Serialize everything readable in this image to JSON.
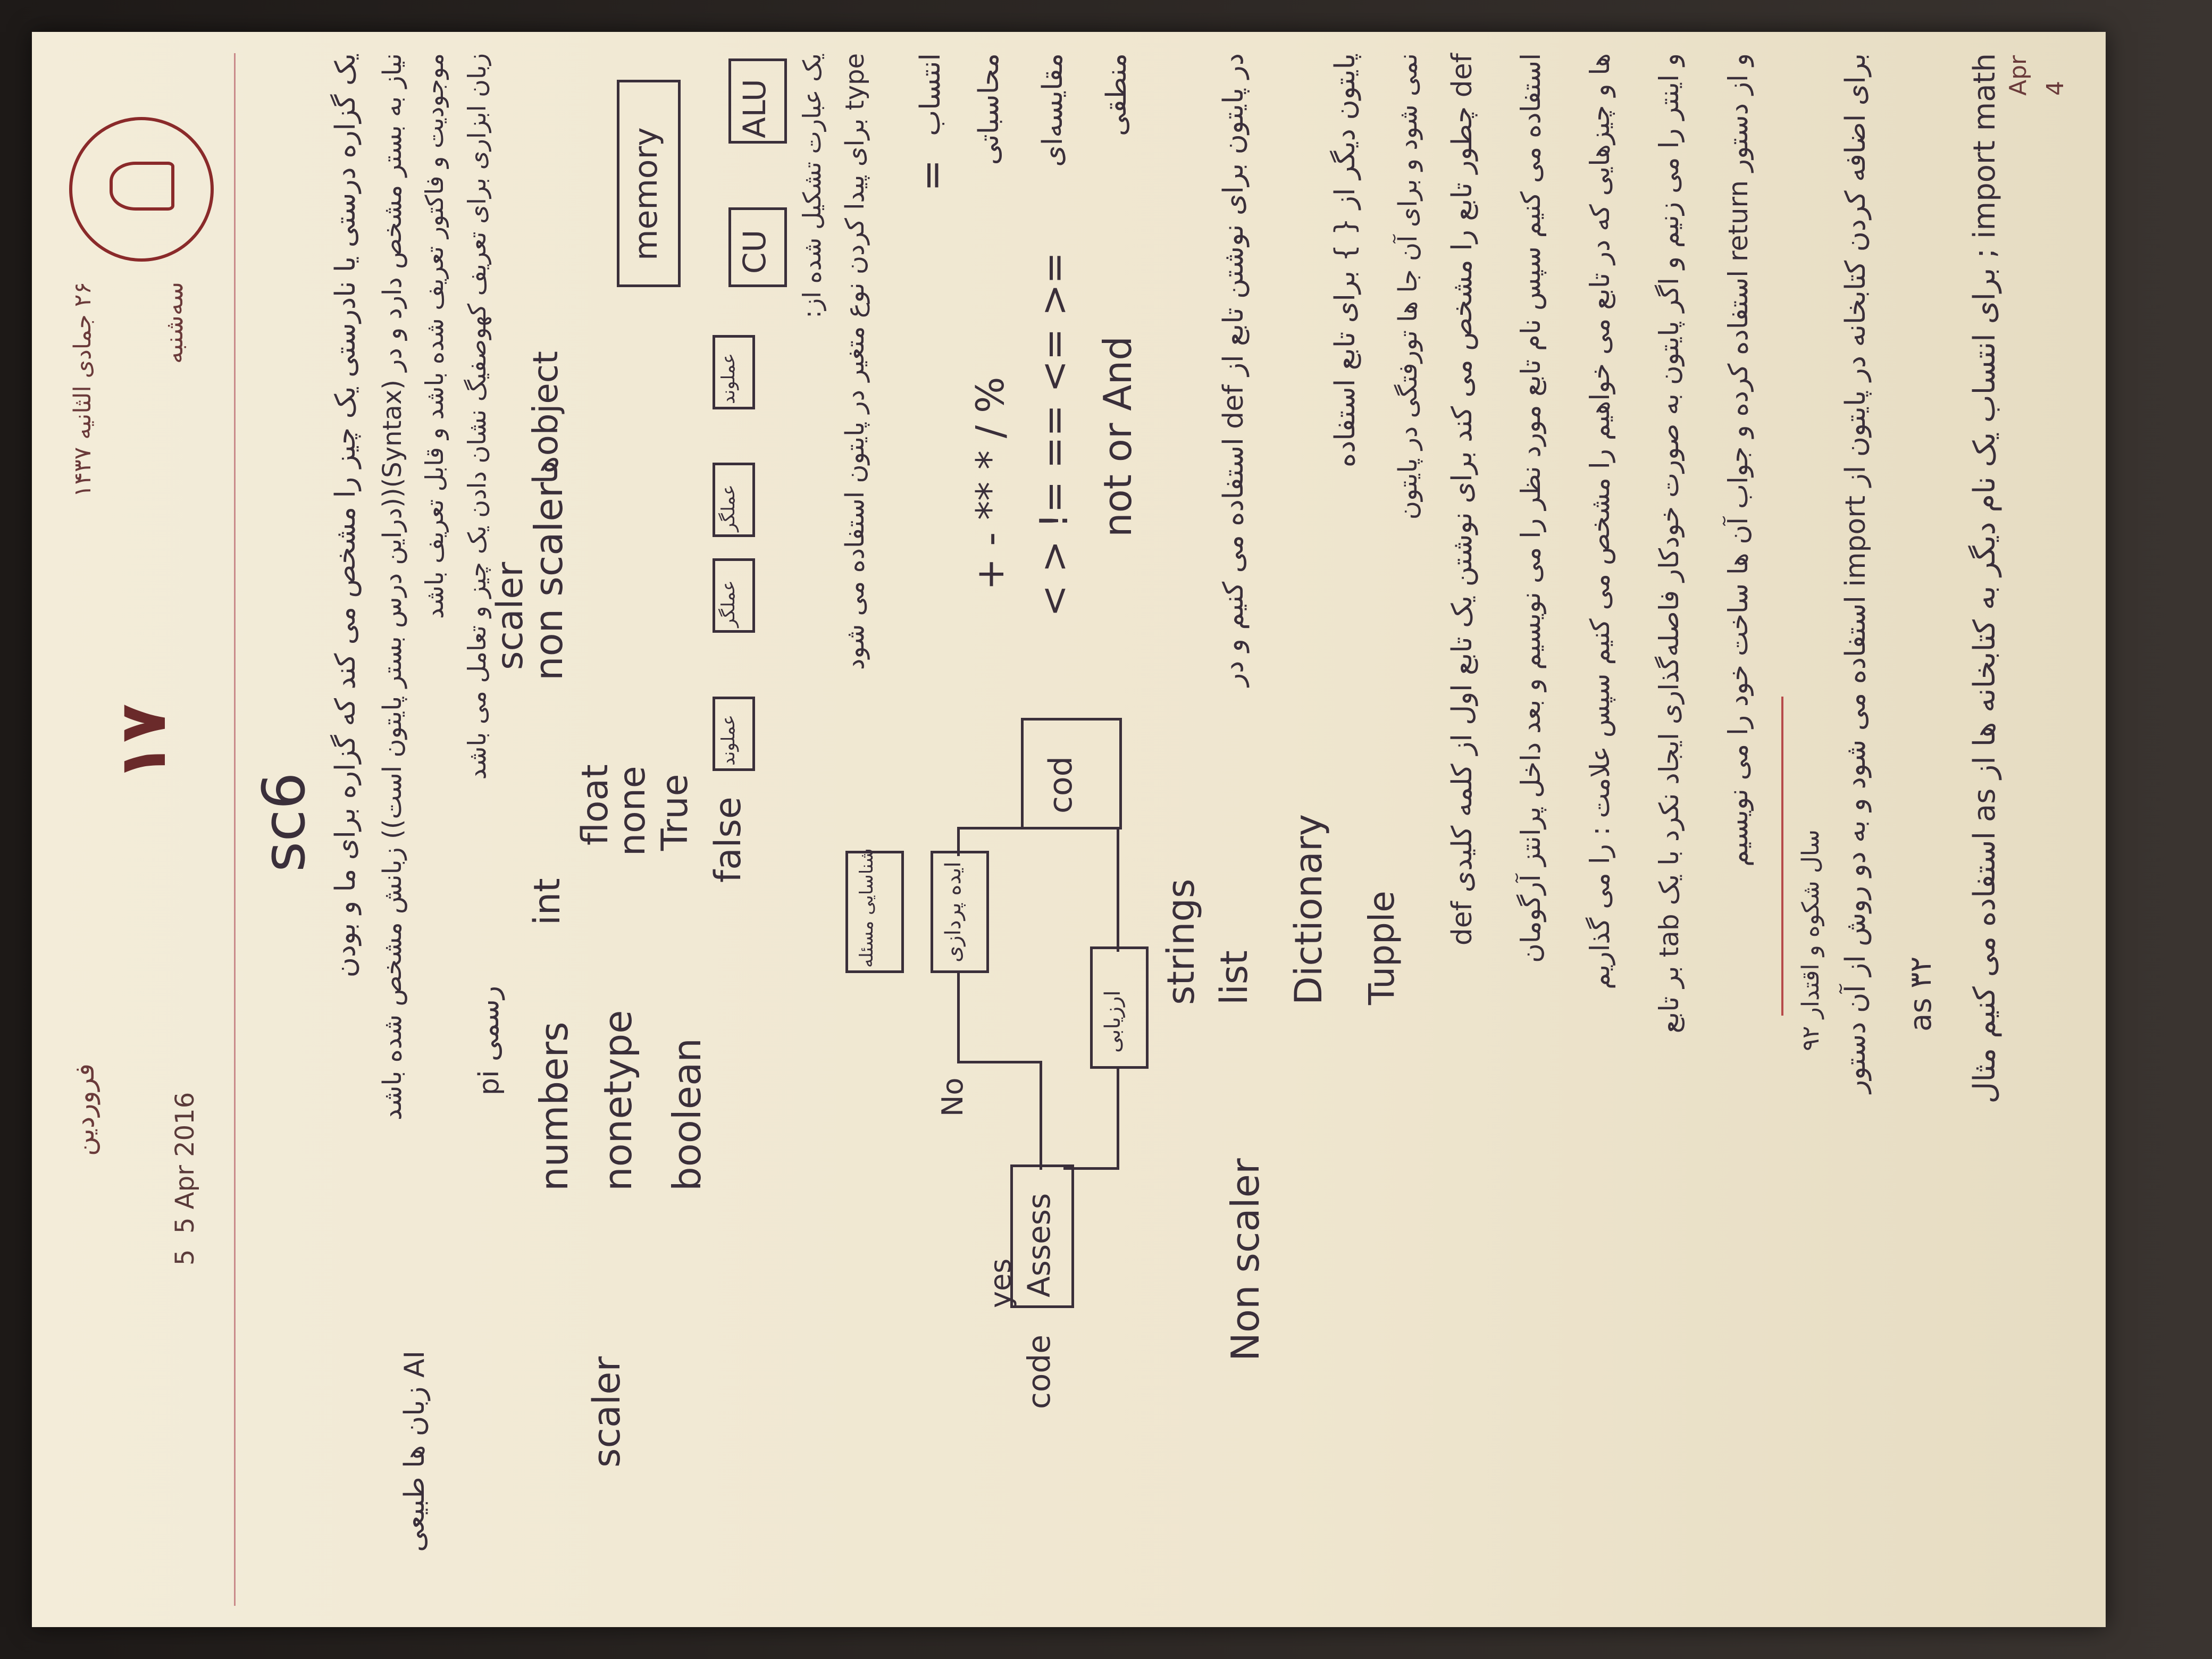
{
  "header": {
    "hijri_date": "۲۶ جمادی الثانیه ۱۴۳۷",
    "day_number": "۱۷",
    "month_fa": "فروردین",
    "weekday_fa": "سه‌شنبه",
    "gregorian_date": "5 Apr 2016",
    "day_number_small": "5"
  },
  "title": "sc6",
  "intro_lines": [
    "یک گزاره درستی یا نادرستی یک چیز را مشخص می کند که گزاره برای ما و بودن",
    "نیاز به بستر مشخص دارد و در (Syntax)((دراین درس بستر پایتون است)) زبانش مشخص شده باشد",
    "موجودیت و فاکتور تعریف شده باشد و قابل تعریف باشد",
    "زبان ابزاری برای تعریف کهوصفیگ نشان دادن یک چیز و تعامل می باشد"
  ],
  "ai_note": "AI زبان ها طبیعی",
  "pi_note": "pi رسمی",
  "scaler_tree": {
    "root": "scaler",
    "numbers": "numbers",
    "int": "int",
    "float": "float",
    "nonetype": "nonetype",
    "none": "none",
    "boolean": "boolean",
    "true": "True",
    "false": "false",
    "scaler_label": "scaler",
    "non_scaler_label": "non scaler",
    "object_note": "objectها",
    "object_prefix": "non scaler"
  },
  "memory_diagram": {
    "memory": "memory",
    "cu": "CU",
    "alu": "ALU",
    "caption": "یک عبارت تشکیل شده از:"
  },
  "type_note": "type برای پیدا کردن نوع متغیر در پایتون استفاده می شود",
  "badges": [
    "عملگر",
    "عملوند",
    "عملگر",
    "عملوند"
  ],
  "operators": {
    "assign": "=",
    "assign_label": "انتساب",
    "arith": "+ - ** * / %",
    "arith_label": "محاسباتی",
    "compare": "< > != == <= >=",
    "compare_label": "مقایسه‌ای",
    "logic": "not or And",
    "logic_label": "منطقی"
  },
  "flowchart": {
    "assess": "Assess",
    "yes": "yes",
    "no": "No",
    "code": "code",
    "cod": "cod",
    "step1": "شناسایی مسئله",
    "step2": "ایده پردازی",
    "step3": "ارزیابی"
  },
  "non_scaler_tree": {
    "root": "Non scaler",
    "strings": "strings",
    "list": "list",
    "dictionary": "Dictionary",
    "tupple": "Tupple"
  },
  "def_notes": [
    "در پایتون برای نوشتن تابع از def استفاده می کنیم و در",
    "پایتون دیگر از { } برای تابع استفاده",
    "نمی شود و برای آن جا ها تورفتگی در پایتون"
  ],
  "body_lines": [
    "def چطور تابع را مشخص می کند برای نوشتن یک تابع اول از کلمه کلیدی def",
    "استفاده می کنیم سپس نام تابع مورد نظر را می نویسیم و بعد داخل پرانتز آرگومان",
    "ها و چیزهایی که در تابع می خواهیم را مشخص می کنیم سپس علامت : را می گذاریم",
    "و اینتر را می زنیم و اگر پایتون به صورت خودکار فاصله‌گذاری ایجاد نکرد با یک tab بر تابع",
    "و از دستور return استفاده کرده و جواب آن ها ساخت خود را می نویسیم",
    "برای اضافه کردن کتابخانه در پایتون از import استفاده می شود و به دو روش از آن دستور",
    "import math ; برای انتساب یک نام دیگر به کتابخانه ها از as استفاده می کنیم مثال"
  ],
  "margin_notes": {
    "year_note": "سال شکوه و اقتدار ۹۲",
    "code_note": "as ۳۲",
    "num_note": "۳۲"
  },
  "tab_corner": {
    "apr": "Apr",
    "num": "4"
  }
}
